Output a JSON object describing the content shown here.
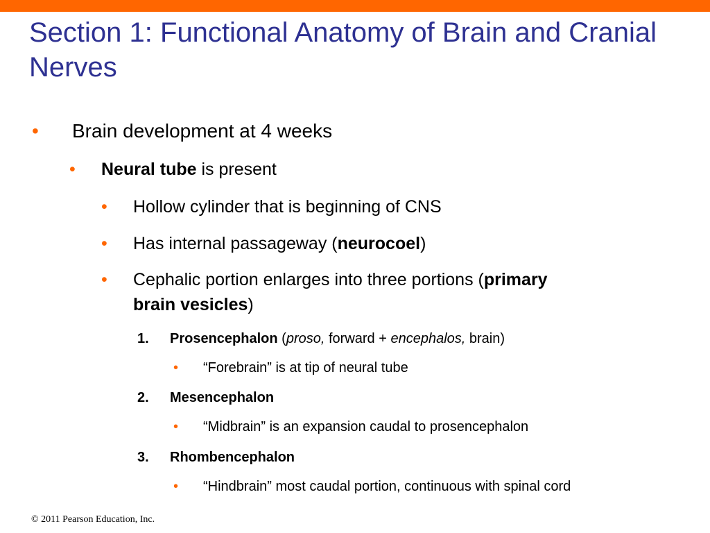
{
  "colors": {
    "accent": "#FF6600",
    "title": "#2E3192",
    "text": "#000000"
  },
  "slide": {
    "title": "Section 1: Functional Anatomy of Brain and Cranial Nerves",
    "bullet_glyph": "•",
    "items": [
      {
        "text": "Brain development at 4 weeks"
      },
      {
        "bold": "Neural tube",
        "text": " is present"
      },
      {
        "text": "Hollow cylinder that is beginning of CNS"
      },
      {
        "text": "Has internal passageway (",
        "bold": "neurocoel",
        "after": ")"
      },
      {
        "line1": "Cephalic portion enlarges into three portions (",
        "line1_bold": "primary",
        "line2_bold": "brain vesicles",
        "line2_after": ")"
      }
    ],
    "vesicles": [
      {
        "number": "1.",
        "name": "Prosencephalon",
        "etym": {
          "open": " (",
          "proso": "proso,",
          "forward": " forward + ",
          "encephalos": "encephalos,",
          "brain": " brain)"
        },
        "note": "“Forebrain” is at tip of neural tube"
      },
      {
        "number": "2.",
        "name": "Mesencephalon",
        "note": "“Midbrain” is an expansion caudal to prosencephalon"
      },
      {
        "number": "3.",
        "name": "Rhombencephalon",
        "note": "“Hindbrain” most caudal portion, continuous with spinal cord"
      }
    ]
  },
  "footer": {
    "copyright": "© 2011 Pearson Education, Inc."
  }
}
